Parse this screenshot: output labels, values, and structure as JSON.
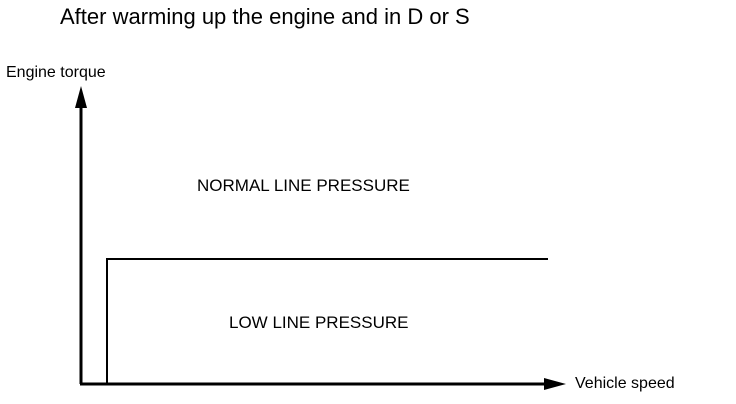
{
  "title": "After warming up the engine and in D or S",
  "axes": {
    "y_label": "Engine torque",
    "x_label": "Vehicle speed"
  },
  "regions": {
    "normal": "NORMAL LINE PRESSURE",
    "low": "LOW LINE PRESSURE"
  },
  "colors": {
    "line": "#000000",
    "background": "#ffffff"
  }
}
